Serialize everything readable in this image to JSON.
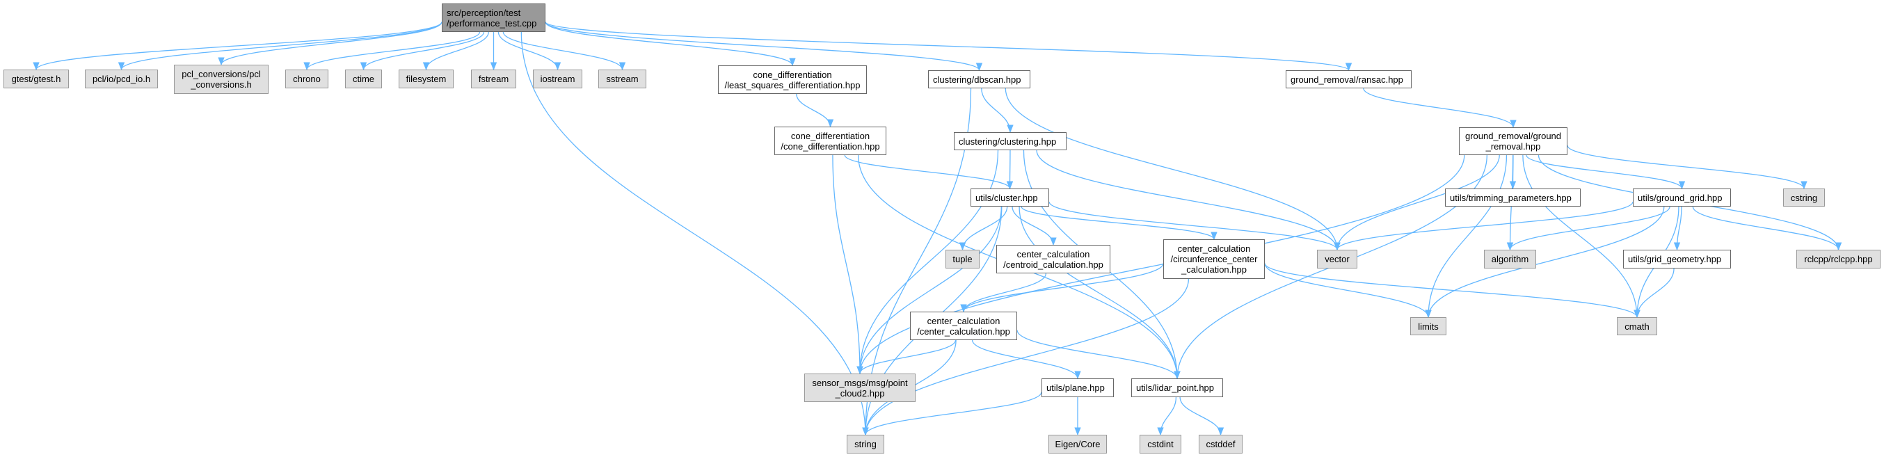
{
  "graph": {
    "edge_color": "#63b7ff",
    "nodes": {
      "main": {
        "label": "src/perception/test\n/performance_test.cpp",
        "kind": "root"
      },
      "gtest": {
        "label": "gtest/gtest.h",
        "kind": "sys"
      },
      "pcdio": {
        "label": "pcl/io/pcd_io.h",
        "kind": "sys"
      },
      "pclconv": {
        "label": "pcl_conversions/pcl\n_conversions.h",
        "kind": "sys"
      },
      "chrono": {
        "label": "chrono",
        "kind": "sys"
      },
      "ctime": {
        "label": "ctime",
        "kind": "sys"
      },
      "filesystem": {
        "label": "filesystem",
        "kind": "sys"
      },
      "fstream": {
        "label": "fstream",
        "kind": "sys"
      },
      "iostream": {
        "label": "iostream",
        "kind": "sys"
      },
      "sstream": {
        "label": "sstream",
        "kind": "sys"
      },
      "lsq": {
        "label": "cone_differentiation\n/least_squares_differentiation.hpp",
        "kind": "local"
      },
      "dbscan": {
        "label": "clustering/dbscan.hpp",
        "kind": "local"
      },
      "ransac": {
        "label": "ground_removal/ransac.hpp",
        "kind": "local"
      },
      "conediff": {
        "label": "cone_differentiation\n/cone_differentiation.hpp",
        "kind": "local"
      },
      "clustering": {
        "label": "clustering/clustering.hpp",
        "kind": "local"
      },
      "groundrem": {
        "label": "ground_removal/ground\n_removal.hpp",
        "kind": "local"
      },
      "cluster": {
        "label": "utils/cluster.hpp",
        "kind": "local"
      },
      "trimming": {
        "label": "utils/trimming_parameters.hpp",
        "kind": "local"
      },
      "groundgrid": {
        "label": "utils/ground_grid.hpp",
        "kind": "local"
      },
      "cstring": {
        "label": "cstring",
        "kind": "sys"
      },
      "tuple": {
        "label": "tuple",
        "kind": "sys"
      },
      "centroid": {
        "label": "center_calculation\n/centroid_calculation.hpp",
        "kind": "local"
      },
      "circum": {
        "label": "center_calculation\n/circunference_center\n_calculation.hpp",
        "kind": "local"
      },
      "vector": {
        "label": "vector",
        "kind": "sys"
      },
      "algorithm": {
        "label": "algorithm",
        "kind": "sys"
      },
      "gridgeom": {
        "label": "utils/grid_geometry.hpp",
        "kind": "local"
      },
      "rclcpp": {
        "label": "rclcpp/rclcpp.hpp",
        "kind": "sys"
      },
      "centercalc": {
        "label": "center_calculation\n/center_calculation.hpp",
        "kind": "local"
      },
      "limits": {
        "label": "limits",
        "kind": "sys"
      },
      "cmath": {
        "label": "cmath",
        "kind": "sys"
      },
      "sensor": {
        "label": "sensor_msgs/msg/point\n_cloud2.hpp",
        "kind": "sys"
      },
      "plane": {
        "label": "utils/plane.hpp",
        "kind": "local"
      },
      "lidar": {
        "label": "utils/lidar_point.hpp",
        "kind": "local"
      },
      "string": {
        "label": "string",
        "kind": "sys"
      },
      "eigen": {
        "label": "Eigen/Core",
        "kind": "sys"
      },
      "cstdint": {
        "label": "cstdint",
        "kind": "sys"
      },
      "cstddef": {
        "label": "cstddef",
        "kind": "sys"
      }
    },
    "edges": [
      [
        "main",
        "gtest"
      ],
      [
        "main",
        "pcdio"
      ],
      [
        "main",
        "pclconv"
      ],
      [
        "main",
        "chrono"
      ],
      [
        "main",
        "ctime"
      ],
      [
        "main",
        "filesystem"
      ],
      [
        "main",
        "fstream"
      ],
      [
        "main",
        "iostream"
      ],
      [
        "main",
        "sstream"
      ],
      [
        "main",
        "string"
      ],
      [
        "main",
        "lsq"
      ],
      [
        "main",
        "dbscan"
      ],
      [
        "main",
        "ransac"
      ],
      [
        "lsq",
        "conediff"
      ],
      [
        "dbscan",
        "string"
      ],
      [
        "dbscan",
        "clustering"
      ],
      [
        "dbscan",
        "vector"
      ],
      [
        "conediff",
        "sensor"
      ],
      [
        "conediff",
        "lidar"
      ],
      [
        "conediff",
        "cluster"
      ],
      [
        "clustering",
        "sensor"
      ],
      [
        "clustering",
        "cluster"
      ],
      [
        "clustering",
        "vector"
      ],
      [
        "clustering",
        "lidar"
      ],
      [
        "cluster",
        "string"
      ],
      [
        "cluster",
        "sensor"
      ],
      [
        "cluster",
        "tuple"
      ],
      [
        "cluster",
        "centroid"
      ],
      [
        "cluster",
        "circum"
      ],
      [
        "cluster",
        "vector"
      ],
      [
        "cluster",
        "lidar"
      ],
      [
        "ransac",
        "groundrem"
      ],
      [
        "groundrem",
        "sensor"
      ],
      [
        "groundrem",
        "vector"
      ],
      [
        "groundrem",
        "lidar"
      ],
      [
        "groundrem",
        "limits"
      ],
      [
        "groundrem",
        "trimming"
      ],
      [
        "groundrem",
        "algorithm"
      ],
      [
        "groundrem",
        "groundgrid"
      ],
      [
        "groundrem",
        "cstring"
      ],
      [
        "groundrem",
        "rclcpp"
      ],
      [
        "groundrem",
        "cmath"
      ],
      [
        "groundgrid",
        "vector"
      ],
      [
        "groundgrid",
        "algorithm"
      ],
      [
        "groundgrid",
        "limits"
      ],
      [
        "groundgrid",
        "cmath"
      ],
      [
        "groundgrid",
        "gridgeom"
      ],
      [
        "groundgrid",
        "rclcpp"
      ],
      [
        "gridgeom",
        "cmath"
      ],
      [
        "centroid",
        "centercalc"
      ],
      [
        "circum",
        "centercalc"
      ],
      [
        "circum",
        "string"
      ],
      [
        "circum",
        "limits"
      ],
      [
        "circum",
        "cmath"
      ],
      [
        "centercalc",
        "sensor"
      ],
      [
        "centercalc",
        "string"
      ],
      [
        "centercalc",
        "plane"
      ],
      [
        "centercalc",
        "lidar"
      ],
      [
        "plane",
        "string"
      ],
      [
        "plane",
        "eigen"
      ],
      [
        "lidar",
        "cstdint"
      ],
      [
        "lidar",
        "cstddef"
      ]
    ]
  }
}
